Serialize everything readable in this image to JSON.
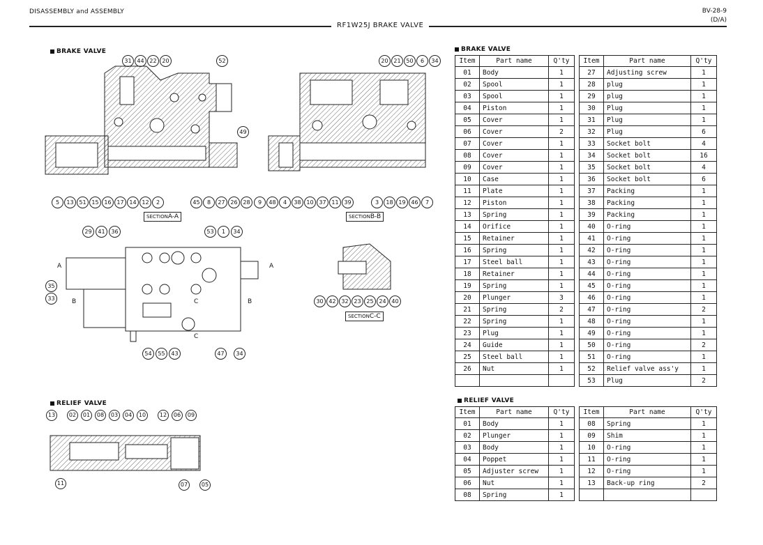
{
  "header": {
    "left": "DISASSEMBLY and ASSEMBLY",
    "code": "BV-28-9",
    "code_sub": "(D/A)",
    "title": "RF1W25J BRAKE VALVE"
  },
  "drawing": {
    "brake_label": "BRAKE VALVE",
    "relief_label": "RELIEF VALVE",
    "section_aa": "SECTION",
    "section_aa_letter": "A-A",
    "section_bb": "SECTION",
    "section_bb_letter": "B-B",
    "section_cc": "SECTION",
    "section_cc_letter": "C-C",
    "view_a": "A",
    "view_b": "B",
    "view_c": "C",
    "callouts_aa_top": [
      "31",
      "44",
      "22",
      "20"
    ],
    "callout_aa_52": "52",
    "callout_aa_49": "49",
    "callouts_aa_bottom": [
      "5",
      "13",
      "51",
      "15",
      "16",
      "17",
      "14",
      "12",
      "2"
    ],
    "callouts_aa_bottom2": [
      "45",
      "8",
      "27",
      "26",
      "28"
    ],
    "callouts_bb_top": [
      "20",
      "21",
      "50",
      "6",
      "34"
    ],
    "callouts_bb_bottom": [
      "9",
      "48",
      "4",
      "38",
      "10",
      "37",
      "11",
      "39"
    ],
    "callouts_bb_bottom2": [
      "3",
      "18",
      "19",
      "46",
      "7"
    ],
    "callouts_side_top": [
      "29",
      "41",
      "36"
    ],
    "callouts_side_top2": [
      "53",
      "1",
      "34"
    ],
    "callouts_side_left": [
      "35",
      "33"
    ],
    "callouts_side_bottom": [
      "54",
      "55",
      "43"
    ],
    "callouts_side_bottom2": [
      "47",
      "34"
    ],
    "callouts_cc": [
      "30",
      "42",
      "32",
      "23",
      "25",
      "24",
      "40"
    ],
    "callouts_relief_top": [
      "13",
      "02",
      "01",
      "08",
      "03",
      "04",
      "10",
      "12",
      "06",
      "09"
    ],
    "callouts_relief_bottom_left": [
      "11"
    ],
    "callouts_relief_bottom_right": [
      "07",
      "05"
    ]
  },
  "brake_table": {
    "label": "BRAKE VALVE",
    "headers": [
      "Item",
      "Part name",
      "Q'ty"
    ],
    "left": [
      [
        "01",
        "Body",
        "1"
      ],
      [
        "02",
        "Spool",
        "1"
      ],
      [
        "03",
        "Spool",
        "1"
      ],
      [
        "04",
        "Piston",
        "1"
      ],
      [
        "05",
        "Cover",
        "1"
      ],
      [
        "06",
        "Cover",
        "2"
      ],
      [
        "07",
        "Cover",
        "1"
      ],
      [
        "08",
        "Cover",
        "1"
      ],
      [
        "09",
        "Cover",
        "1"
      ],
      [
        "10",
        "Case",
        "1"
      ],
      [
        "11",
        "Plate",
        "1"
      ],
      [
        "12",
        "Piston",
        "1"
      ],
      [
        "13",
        "Spring",
        "1"
      ],
      [
        "14",
        "Orifice",
        "1"
      ],
      [
        "15",
        "Retainer",
        "1"
      ],
      [
        "16",
        "Spring",
        "1"
      ],
      [
        "17",
        "Steel ball",
        "1"
      ],
      [
        "18",
        "Retainer",
        "1"
      ],
      [
        "19",
        "Spring",
        "1"
      ],
      [
        "20",
        "Plunger",
        "3"
      ],
      [
        "21",
        "Spring",
        "2"
      ],
      [
        "22",
        "Spring",
        "1"
      ],
      [
        "23",
        "Plug",
        "1"
      ],
      [
        "24",
        "Guide",
        "1"
      ],
      [
        "25",
        "Steel ball",
        "1"
      ],
      [
        "26",
        "Nut",
        "1"
      ],
      [
        "",
        "",
        ""
      ]
    ],
    "right": [
      [
        "27",
        "Adjusting screw",
        "1"
      ],
      [
        "28",
        "plug",
        "1"
      ],
      [
        "29",
        "plug",
        "1"
      ],
      [
        "30",
        "Plug",
        "1"
      ],
      [
        "31",
        "Plug",
        "1"
      ],
      [
        "32",
        "Plug",
        "6"
      ],
      [
        "33",
        "Socket bolt",
        "4"
      ],
      [
        "34",
        "Socket bolt",
        "16"
      ],
      [
        "35",
        "Socket bolt",
        "4"
      ],
      [
        "36",
        "Socket bolt",
        "6"
      ],
      [
        "37",
        "Packing",
        "1"
      ],
      [
        "38",
        "Packing",
        "1"
      ],
      [
        "39",
        "Packing",
        "1"
      ],
      [
        "40",
        "O-ring",
        "1"
      ],
      [
        "41",
        "O-ring",
        "1"
      ],
      [
        "42",
        "O-ring",
        "1"
      ],
      [
        "43",
        "O-ring",
        "1"
      ],
      [
        "44",
        "O-ring",
        "1"
      ],
      [
        "45",
        "O-ring",
        "1"
      ],
      [
        "46",
        "O-ring",
        "1"
      ],
      [
        "47",
        "O-ring",
        "2"
      ],
      [
        "48",
        "O-ring",
        "1"
      ],
      [
        "49",
        "O-ring",
        "1"
      ],
      [
        "50",
        "O-ring",
        "2"
      ],
      [
        "51",
        "O-ring",
        "1"
      ],
      [
        "52",
        "Relief valve ass'y",
        "1"
      ],
      [
        "53",
        "Plug",
        "2"
      ]
    ]
  },
  "relief_table": {
    "label": "RELIEF VALVE",
    "headers": [
      "Item",
      "Part name",
      "Q'ty"
    ],
    "left": [
      [
        "01",
        "Body",
        "1"
      ],
      [
        "02",
        "Plunger",
        "1"
      ],
      [
        "03",
        "Body",
        "1"
      ],
      [
        "04",
        "Poppet",
        "1"
      ],
      [
        "05",
        "Adjuster screw",
        "1"
      ],
      [
        "06",
        "Nut",
        "1"
      ],
      [
        "08",
        "Spring",
        "1"
      ]
    ],
    "right": [
      [
        "08",
        "Spring",
        "1"
      ],
      [
        "09",
        "Shim",
        "1"
      ],
      [
        "10",
        "O-ring",
        "1"
      ],
      [
        "11",
        "O-ring",
        "1"
      ],
      [
        "12",
        "O-ring",
        "1"
      ],
      [
        "13",
        "Back-up ring",
        "2"
      ],
      [
        "",
        "",
        ""
      ]
    ]
  }
}
